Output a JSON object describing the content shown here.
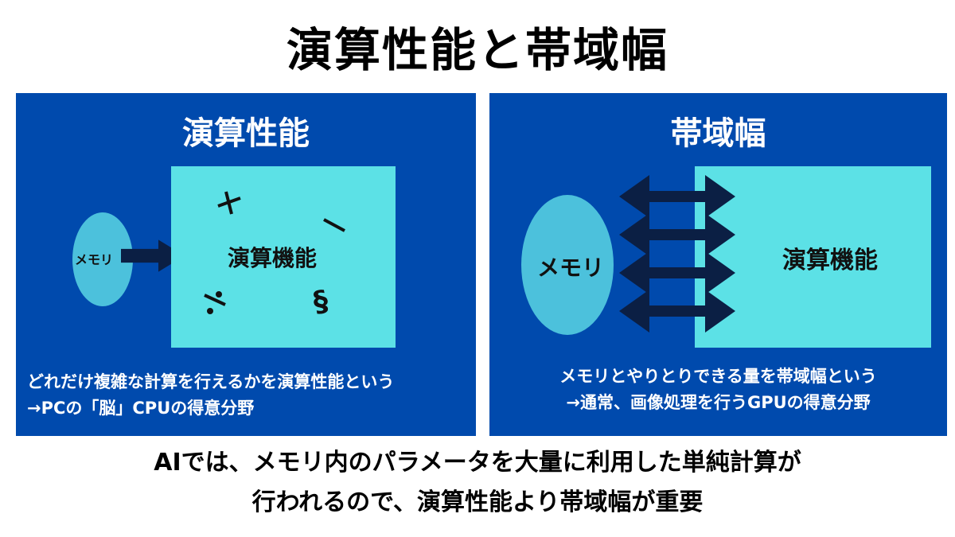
{
  "title": "演算性能と帯域幅",
  "colors": {
    "panel_bg": "#004aad",
    "compute_box": "#5ce1e6",
    "memory_ellipse": "#4cc1dc",
    "arrow": "#0b1f44",
    "text_light": "#ffffff",
    "text_dark": "#000000"
  },
  "left_panel": {
    "title": "演算性能",
    "memory_label": "メモリ",
    "compute_label": "演算機能",
    "symbols": [
      "+",
      "−",
      "÷",
      "§"
    ],
    "description_line1": "どれだけ複雑な計算を行えるかを演算性能という",
    "description_line2": "→PCの「脳」CPUの得意分野"
  },
  "right_panel": {
    "title": "帯域幅",
    "memory_label": "メモリ",
    "compute_label": "演算機能",
    "arrow_count": 4,
    "description_line1": "メモリとやりとりできる量を帯域幅という",
    "description_line2": "→通常、画像処理を行うGPUの得意分野"
  },
  "footer": {
    "line1": "AIでは、メモリ内のパラメータを大量に利用した単純計算が",
    "line2": "行われるので、演算性能より帯域幅が重要"
  }
}
